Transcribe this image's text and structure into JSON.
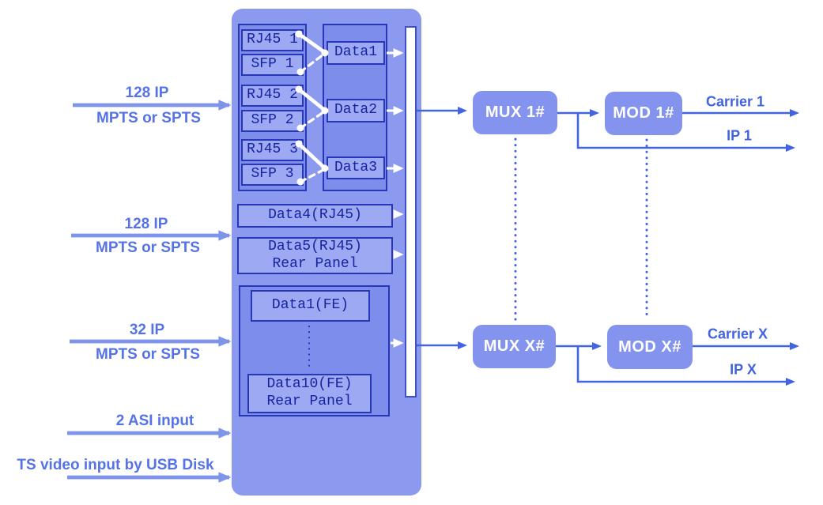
{
  "colors": {
    "panel": "#8b99ef",
    "groupfill": "#7d8dec",
    "itemfill": "#9ea9f3",
    "muxfill": "#8393ee",
    "navy": "#2737b8",
    "navytext": "#16239e",
    "royal": "#4264e0",
    "labelblue": "#5573e7",
    "arrow": "#7e93ea",
    "busborder": "#3f51c8"
  },
  "inputs": [
    {
      "top": "128 IP",
      "bottom": "MPTS or SPTS"
    },
    {
      "top": "128 IP",
      "bottom": "MPTS or SPTS"
    },
    {
      "top": "32 IP",
      "bottom": "MPTS or SPTS"
    },
    {
      "top": "2 ASI input"
    },
    {
      "top": "TS video input by USB Disk"
    }
  ],
  "device": {
    "ports": [
      "RJ45 1",
      "SFP 1",
      "RJ45 2",
      "SFP 2",
      "RJ45 3",
      "SFP 3"
    ],
    "channels": [
      "Data1",
      "Data2",
      "Data3"
    ],
    "data4": "Data4(RJ45)",
    "data5": {
      "line1": "Data5(RJ45)",
      "line2": "Rear Panel"
    },
    "fe": {
      "first": "Data1(FE)",
      "last_line1": "Data10(FE)",
      "last_line2": "Rear Panel"
    }
  },
  "processing": {
    "mux": [
      "MUX 1#",
      "MUX X#"
    ],
    "mod": [
      "MOD 1#",
      "MOD X#"
    ]
  },
  "outputs": {
    "carrier1": "Carrier 1",
    "ip1": "IP 1",
    "carrierX": "Carrier X",
    "ipX": "IP X"
  }
}
